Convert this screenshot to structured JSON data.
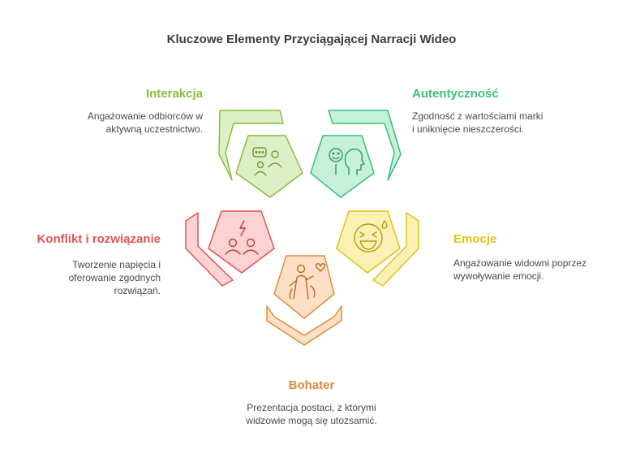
{
  "title": "Kluczowe Elementy Przyciągającej Narracji Wideo",
  "elements": [
    {
      "key": "interakcja",
      "title": "Interakcja",
      "description_lines": [
        "Angażowanie odbiorców w",
        "aktywną uczestnictwo."
      ],
      "icon": "people-chat-icon",
      "color": "#8cbc3f",
      "fill": "#dcefc6"
    },
    {
      "key": "autentycznosc",
      "title": "Autentyczność",
      "description_lines": [
        "Zgodność z wartościami marki",
        "i uniknięcie nieszczerości."
      ],
      "icon": "face-profile-icon",
      "color": "#3bbf7a",
      "fill": "#c7f0da"
    },
    {
      "key": "emocje",
      "title": "Emocje",
      "description_lines": [
        "Angażowanie widowni poprzez",
        "wywoływanie emocji."
      ],
      "icon": "laughing-face-icon",
      "color": "#e0c21a",
      "fill": "#fbf1b5"
    },
    {
      "key": "bohater",
      "title": "Bohater",
      "description_lines": [
        "Prezentacja postaci, z którymi",
        "widzowie mogą się utożsamić."
      ],
      "icon": "hero-character-icon",
      "color": "#e08a3a",
      "fill": "#fde0c6"
    },
    {
      "key": "konflikt",
      "title": "Konflikt i rozwiązanie",
      "description_lines": [
        "Tworzenie napięcia i",
        "oferowanie zgodnych",
        "rozwiązań."
      ],
      "icon": "conflict-people-icon",
      "color": "#e05555",
      "fill": "#fbd3d3"
    }
  ]
}
